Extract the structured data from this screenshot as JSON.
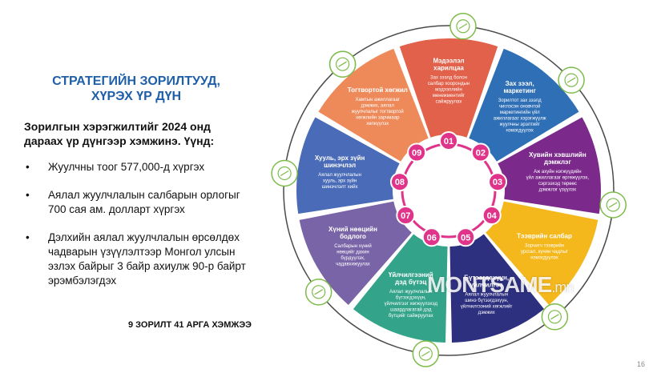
{
  "slide": {
    "title_line1": "СТРАТЕГИЙН ЗОРИЛТУУД,",
    "title_line2": "ХҮРЭХ ҮР ДҮН",
    "lead": "Зорилгын хэрэгжилтийг 2024 онд дараах үр дүнгээр хэмжинэ. Үүнд:",
    "bullets": [
      "Жуулчны тоог 577,000-д хүргэх",
      "Аялал жуулчлалын салбарын орлогыг 700 сая ам. долларт хүргэх",
      "Дэлхийн аялал жуулчлалын өрсөлдөх чадварын үзүүлэлтээр Монгол улсын эзлэх байрыг 3 байр ахиулж 90-р байрт эрэмбэлэгдэх"
    ],
    "footer": "9 ЗОРИЛТ 41 АРГА ХЭМЖЭЭ",
    "page_number": "16",
    "watermark_main": "MONTSAME",
    "watermark_sub": ".mn"
  },
  "diagram": {
    "segments": [
      {
        "num": "01",
        "color": "#e2614a",
        "title": [
          "Мэдээлэл",
          "харилцаа"
        ],
        "desc": [
          "Зах зээлд болон",
          "салбар хоорондын",
          "мэдээллийн",
          "менежментийг",
          "сайжруулах"
        ]
      },
      {
        "num": "02",
        "color": "#2f6fb6",
        "title": [
          "Зах зээл,",
          "маркетинг"
        ],
        "desc": [
          "Зорилтот зах зээлд",
          "чиглэсэн оновчтой",
          "маркетингийн үйл",
          "ажиллагааг хэрэгжүүлж",
          "жуулчны эрэлтийг",
          "нэмэгдүүлэх"
        ]
      },
      {
        "num": "03",
        "color": "#7b2a8c",
        "title": [
          "Хувийн хэвшлийн",
          "дэмжлэг"
        ],
        "desc": [
          "Аж ахуйн нэгжүүдийн",
          "үйл ажиллагааг өргөжүүлэх,",
          "сэргээхэд төрөөс",
          "дэмжлэг үзүүлэх"
        ]
      },
      {
        "num": "04",
        "color": "#f5b81c",
        "title": [
          "Тээврийн салбар"
        ],
        "desc": [
          "Зорчигч тээврийн",
          "урсгал, хүчин чадлыг",
          "нэмэгдүүлэх"
        ]
      },
      {
        "num": "05",
        "color": "#2d2f7f",
        "title": [
          "Бүтээгдэхүүн,",
          "үйлчилгээ"
        ],
        "desc": [
          "Аялал жуулчлалын",
          "шинэ бүтээгдэхүүн,",
          "үйлчилгээний хөгжлийг",
          "дэмжих"
        ]
      },
      {
        "num": "06",
        "color": "#33a48a",
        "title": [
          "Үйлчилгээний",
          "дэд бүтэц"
        ],
        "desc": [
          "Аялал жуулчлалын",
          "бүтээгдэхүүн,",
          "үйлчилгээг хөгжүүлэхэд",
          "шаардлагатай дэд",
          "бүтцийг сайжруулах"
        ]
      },
      {
        "num": "07",
        "color": "#7a64a8",
        "title": [
          "Хүний нөөцийн",
          "бодлого"
        ],
        "desc": [
          "Салбарын хүний",
          "нөөцийг дахин",
          "бүрдүүлэх,",
          "чадавхижуулах"
        ]
      },
      {
        "num": "08",
        "color": "#4a6cb8",
        "title": [
          "Хууль, эрх зүйн",
          "шинэчлэл"
        ],
        "desc": [
          "Аялал жуулчлалын",
          "хууль, эрх зүйн",
          "шинэчлэлт хийх"
        ]
      },
      {
        "num": "09",
        "color": "#ee8a5a",
        "title": [
          "Тогтвортой хөгжил"
        ],
        "desc": [
          "Хамтын ажиллагааг",
          "дэмжих, аялал",
          "жуулчлалыг тогтвортой",
          "хөгжлийн зарчмаар",
          "хөгжүүлэх"
        ]
      }
    ],
    "colors": {
      "ring_outer": "#4a4a4a",
      "center_ring": "#e0338a",
      "icon_border": "#7dbb4a"
    },
    "icon_names": [
      "chart-growth-icon",
      "presentation-icon",
      "handshake-icon",
      "airplane-icon",
      "handshake-hand-icon",
      "thumbs-up-icon",
      "people-group-icon",
      "scales-justice-icon",
      "cycle-icon"
    ]
  }
}
